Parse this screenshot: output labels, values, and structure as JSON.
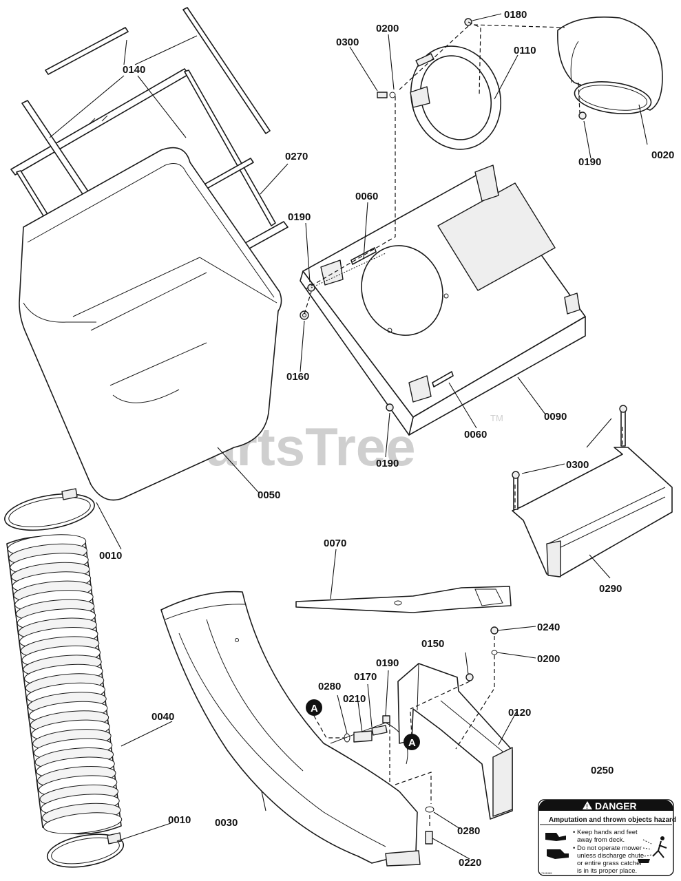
{
  "watermark": {
    "text": "PartsTree",
    "trademark": "TM"
  },
  "callout_letter": "A",
  "part_labels": {
    "p0010a": "0010",
    "p0010b": "0010",
    "p0020": "0020",
    "p0030": "0030",
    "p0040": "0040",
    "p0050": "0050",
    "p0060a": "0060",
    "p0060b": "0060",
    "p0070": "0070",
    "p0090": "0090",
    "p0110": "0110",
    "p0120": "0120",
    "p0140": "0140",
    "p0150": "0150",
    "p0160": "0160",
    "p0170": "0170",
    "p0180": "0180",
    "p0190a": "0190",
    "p0190b": "0190",
    "p0190c": "0190",
    "p0190d": "0190",
    "p0200a": "0200",
    "p0200b": "0200",
    "p0210": "0210",
    "p0220": "0220",
    "p0240": "0240",
    "p0250": "0250",
    "p0270": "0270",
    "p0280a": "0280",
    "p0280b": "0280",
    "p0290": "0290",
    "p0300a": "0300",
    "p0300b": "0300"
  },
  "danger_decal": {
    "heading": "DANGER",
    "subheading": "Amputation and thrown objects hazard",
    "line1a": "• Keep hands and feet",
    "line1b": "away from deck.",
    "line2a": "• Do not operate mower",
    "line2b": "unless discharge chute",
    "line2c": "or entire grass catcher",
    "line2d": "is in its proper place.",
    "code": "7101085"
  }
}
